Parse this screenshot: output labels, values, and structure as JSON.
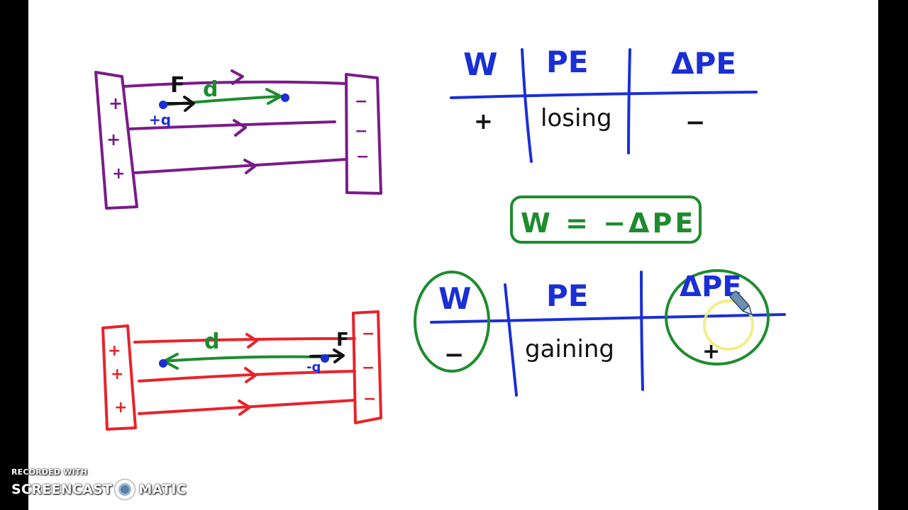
{
  "colors": {
    "purple": "#7b1a8a",
    "red": "#e8232a",
    "green": "#1e8c2e",
    "blue": "#1a2fd6",
    "black": "#111111",
    "highlight": "#f1ec7a"
  },
  "top_plates": {
    "left_signs": [
      "+",
      "+",
      "+"
    ],
    "right_signs": [
      "−",
      "−",
      "−"
    ],
    "force_label": "F",
    "displacement_label": "d",
    "charge_label": "+q"
  },
  "bottom_plates": {
    "left_signs": [
      "+",
      "+",
      "+"
    ],
    "right_signs": [
      "−",
      "−",
      "−"
    ],
    "force_label": "F",
    "displacement_label": "d",
    "charge_label": "-q"
  },
  "table_top": {
    "headers": [
      "W",
      "PE",
      "ΔPE"
    ],
    "row": [
      "+",
      "losing",
      "−"
    ]
  },
  "formula": "W = −ΔPE",
  "table_bottom": {
    "headers": [
      "W",
      "PE",
      "ΔPE"
    ],
    "row": [
      "−",
      "gaining",
      "+"
    ]
  },
  "watermark": {
    "line1": "RECORDED WITH",
    "brand_left": "SCREENCAST",
    "brand_right": "MATIC",
    "logo_icon": "screencast-o-matic-logo-icon"
  }
}
